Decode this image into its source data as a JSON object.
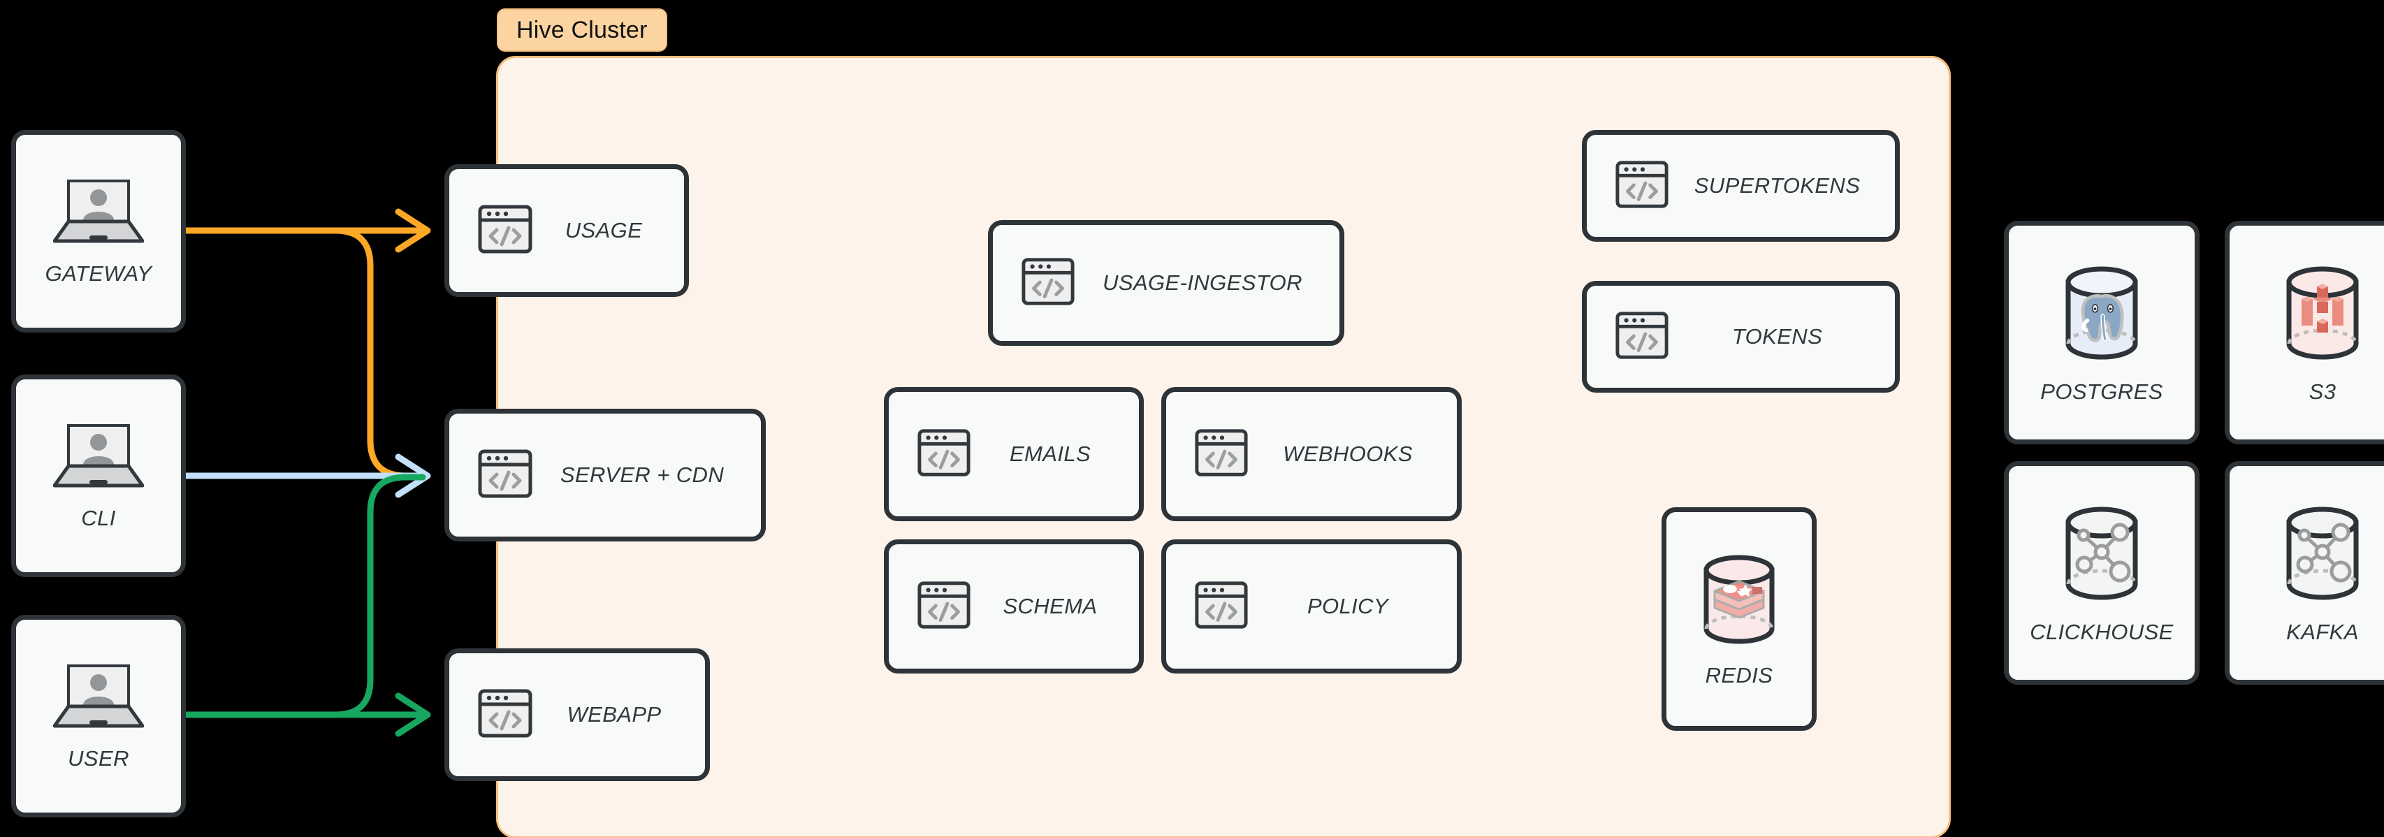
{
  "cluster": {
    "badge_label": "Hive Cluster",
    "fill_color": "#FDF3EA",
    "border_color": "#F5BE7E",
    "badge_color": "#FBD4A2"
  },
  "clients": [
    {
      "id": "gateway",
      "label": "GATEWAY",
      "icon": "laptop-user-icon"
    },
    {
      "id": "cli",
      "label": "CLI",
      "icon": "laptop-user-icon"
    },
    {
      "id": "user",
      "label": "USER",
      "icon": "laptop-user-icon"
    }
  ],
  "edge_services": [
    {
      "id": "usage",
      "label": "USAGE",
      "icon": "code-window-icon"
    },
    {
      "id": "server-cdn",
      "label": "SERVER + CDN",
      "icon": "code-window-icon"
    },
    {
      "id": "webapp",
      "label": "WEBAPP",
      "icon": "code-window-icon"
    }
  ],
  "core_services": [
    {
      "id": "usage-ingestor",
      "label": "USAGE-INGESTOR",
      "icon": "code-window-icon"
    },
    {
      "id": "emails",
      "label": "EMAILS",
      "icon": "code-window-icon"
    },
    {
      "id": "webhooks",
      "label": "WEBHOOKS",
      "icon": "code-window-icon"
    },
    {
      "id": "schema",
      "label": "SCHEMA",
      "icon": "code-window-icon"
    },
    {
      "id": "policy",
      "label": "POLICY",
      "icon": "code-window-icon"
    }
  ],
  "auth_services": [
    {
      "id": "supertokens",
      "label": "SUPERTOKENS",
      "icon": "code-window-icon"
    },
    {
      "id": "tokens",
      "label": "TOKENS",
      "icon": "code-window-icon"
    }
  ],
  "cluster_datastores": [
    {
      "id": "redis",
      "label": "REDIS",
      "icon": "redis-database-icon"
    }
  ],
  "external_datastores": [
    {
      "id": "postgres",
      "label": "POSTGRES",
      "icon": "postgres-database-icon"
    },
    {
      "id": "s3",
      "label": "S3",
      "icon": "s3-database-icon"
    },
    {
      "id": "clickhouse",
      "label": "CLICKHOUSE",
      "icon": "clickhouse-database-icon"
    },
    {
      "id": "kafka",
      "label": "KAFKA",
      "icon": "kafka-database-icon"
    }
  ],
  "connections": [
    {
      "id": "gateway-usage",
      "from": "gateway",
      "to": "usage",
      "color": "#FFA726"
    },
    {
      "id": "gateway-server-cdn",
      "from": "gateway",
      "to": "server-cdn",
      "color": "#FFA726"
    },
    {
      "id": "cli-server-cdn",
      "from": "cli",
      "to": "server-cdn",
      "color": "#C2E0FA"
    },
    {
      "id": "user-webapp",
      "from": "user",
      "to": "webapp",
      "color": "#17A760"
    },
    {
      "id": "user-server-cdn",
      "from": "user",
      "to": "server-cdn",
      "color": "#17A760"
    }
  ],
  "colors": {
    "background": "#000000",
    "card_fill": "#F8F9F9",
    "card_stroke": "#2E3338",
    "label_text": "#33383D",
    "orange": "#FFA726",
    "light_blue": "#C2E0FA",
    "green": "#17A760"
  }
}
